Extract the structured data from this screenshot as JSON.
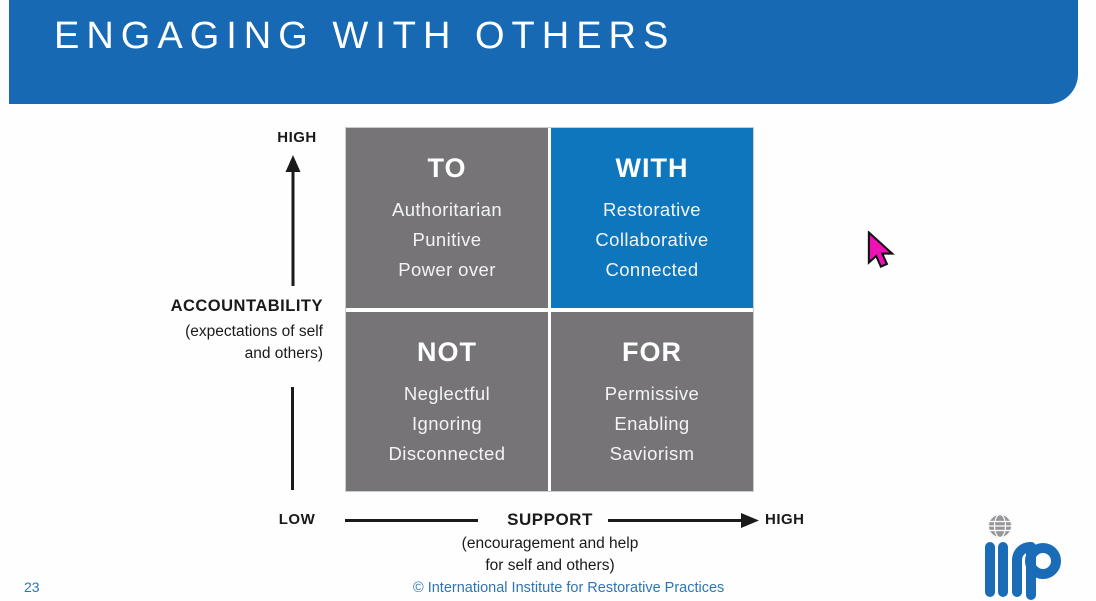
{
  "header": {
    "title": "ENGAGING WITH OTHERS",
    "background": "#1669B2"
  },
  "matrix": {
    "quadrants": [
      {
        "key": "to",
        "heading": "TO",
        "items": [
          "Authoritarian",
          "Punitive",
          "Power over"
        ],
        "background": "#767477"
      },
      {
        "key": "with",
        "heading": "WITH",
        "items": [
          "Restorative",
          "Collaborative",
          "Connected"
        ],
        "background": "#0E76BD"
      },
      {
        "key": "not",
        "heading": "NOT",
        "items": [
          "Neglectful",
          "Ignoring",
          "Disconnected"
        ],
        "background": "#767477"
      },
      {
        "key": "for",
        "heading": "FOR",
        "items": [
          "Permissive",
          "Enabling",
          "Saviorism"
        ],
        "background": "#767477"
      }
    ]
  },
  "axes": {
    "low_label": "LOW",
    "vertical": {
      "high_label": "HIGH",
      "name": "ACCOUNTABILITY",
      "description_line1": "(expectations of self",
      "description_line2": "and others)"
    },
    "horizontal": {
      "high_label": "HIGH",
      "name": "SUPPORT",
      "description_line1": "(encouragement and help",
      "description_line2": "for self and others)"
    }
  },
  "footer": {
    "page_number": "23",
    "copyright": "© International Institute for Restorative Practices"
  },
  "logo": {
    "text": "iirp",
    "icon": "globe-icon"
  },
  "colors": {
    "axis-black": "#1A1A1A",
    "footer-blue": "#2E75B6",
    "logo-blue": "#1A6CB7",
    "globe-gray": "#96969A",
    "cursor-magenta": "#F011B6",
    "quad-blue": "#0E76BD",
    "quad-gray": "#767477",
    "header-blue": "#1669B2"
  }
}
